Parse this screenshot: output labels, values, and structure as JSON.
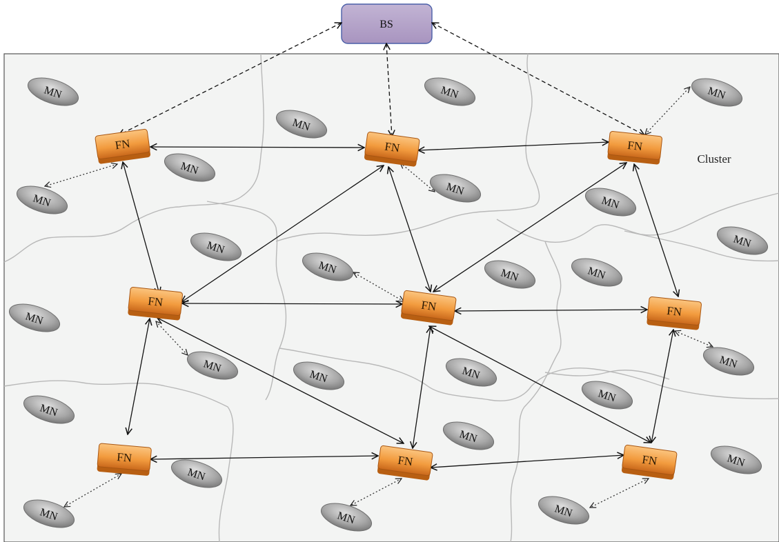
{
  "base_station": {
    "label": "BS"
  },
  "cluster_label": "Cluster",
  "fog_node_label": "FN",
  "mobile_node_label": "MN",
  "colors": {
    "fog_node_fill": "#f0a04b",
    "fog_node_edge": "#b85f12",
    "mobile_node_fill": "#a9a9a9",
    "mobile_node_edge": "#6e6e6e",
    "base_station_fill": "#b4a3c7",
    "base_station_edge": "#4a5fa8",
    "region_fill": "#f3f4f3",
    "boundary_line": "#b5b5b5"
  },
  "fog_nodes": [
    {
      "id": "fn1",
      "label": "FN"
    },
    {
      "id": "fn2",
      "label": "FN"
    },
    {
      "id": "fn3",
      "label": "FN"
    },
    {
      "id": "fn4",
      "label": "FN"
    },
    {
      "id": "fn5",
      "label": "FN"
    },
    {
      "id": "fn6",
      "label": "FN"
    },
    {
      "id": "fn7",
      "label": "FN"
    },
    {
      "id": "fn8",
      "label": "FN"
    },
    {
      "id": "fn9",
      "label": "FN"
    }
  ],
  "mobile_nodes": [
    {
      "id": "mn1",
      "label": "MN"
    },
    {
      "id": "mn2",
      "label": "MN"
    },
    {
      "id": "mn3",
      "label": "MN"
    },
    {
      "id": "mn4",
      "label": "MN"
    },
    {
      "id": "mn5",
      "label": "MN"
    },
    {
      "id": "mn6",
      "label": "MN"
    },
    {
      "id": "mn7",
      "label": "MN"
    },
    {
      "id": "mn8",
      "label": "MN"
    },
    {
      "id": "mn9",
      "label": "MN"
    },
    {
      "id": "mn10",
      "label": "MN"
    },
    {
      "id": "mn11",
      "label": "MN"
    },
    {
      "id": "mn12",
      "label": "MN"
    },
    {
      "id": "mn13",
      "label": "MN"
    },
    {
      "id": "mn14",
      "label": "MN"
    },
    {
      "id": "mn15",
      "label": "MN"
    },
    {
      "id": "mn16",
      "label": "MN"
    },
    {
      "id": "mn17",
      "label": "MN"
    },
    {
      "id": "mn18",
      "label": "MN"
    },
    {
      "id": "mn19",
      "label": "MN"
    },
    {
      "id": "mn20",
      "label": "MN"
    },
    {
      "id": "mn21",
      "label": "MN"
    },
    {
      "id": "mn22",
      "label": "MN"
    },
    {
      "id": "mn23",
      "label": "MN"
    },
    {
      "id": "mn24",
      "label": "MN"
    },
    {
      "id": "mn25",
      "label": "MN"
    },
    {
      "id": "mn26",
      "label": "MN"
    }
  ],
  "links": {
    "bs_to_fog": [
      {
        "from": "bs",
        "to": "fn1",
        "style": "dashed"
      },
      {
        "from": "bs",
        "to": "fn2",
        "style": "dashed"
      },
      {
        "from": "bs",
        "to": "fn3",
        "style": "dashed"
      }
    ],
    "fog_to_fog": [
      {
        "from": "fn1",
        "to": "fn2"
      },
      {
        "from": "fn2",
        "to": "fn3"
      },
      {
        "from": "fn1",
        "to": "fn4"
      },
      {
        "from": "fn2",
        "to": "fn4"
      },
      {
        "from": "fn2",
        "to": "fn5"
      },
      {
        "from": "fn3",
        "to": "fn5"
      },
      {
        "from": "fn3",
        "to": "fn6"
      },
      {
        "from": "fn4",
        "to": "fn5"
      },
      {
        "from": "fn5",
        "to": "fn6"
      },
      {
        "from": "fn4",
        "to": "fn7"
      },
      {
        "from": "fn4",
        "to": "fn8"
      },
      {
        "from": "fn5",
        "to": "fn8"
      },
      {
        "from": "fn5",
        "to": "fn9"
      },
      {
        "from": "fn6",
        "to": "fn9"
      },
      {
        "from": "fn7",
        "to": "fn8"
      },
      {
        "from": "fn8",
        "to": "fn9"
      }
    ],
    "fog_to_mobile": [
      {
        "from": "fn1",
        "to": "mn4",
        "style": "dotted"
      },
      {
        "from": "fn2",
        "to": "mn8",
        "style": "dotted"
      },
      {
        "from": "fn3",
        "to": "mn9",
        "style": "dotted"
      },
      {
        "from": "fn5",
        "to": "mn12",
        "style": "dotted"
      },
      {
        "from": "fn4",
        "to": "mn17",
        "style": "dotted"
      },
      {
        "from": "fn6",
        "to": "mn21",
        "style": "dotted"
      },
      {
        "from": "fn7",
        "to": "mn24",
        "style": "dotted"
      },
      {
        "from": "fn8",
        "to": "mn25",
        "style": "dotted"
      },
      {
        "from": "fn9",
        "to": "mn26",
        "style": "dotted"
      }
    ]
  }
}
